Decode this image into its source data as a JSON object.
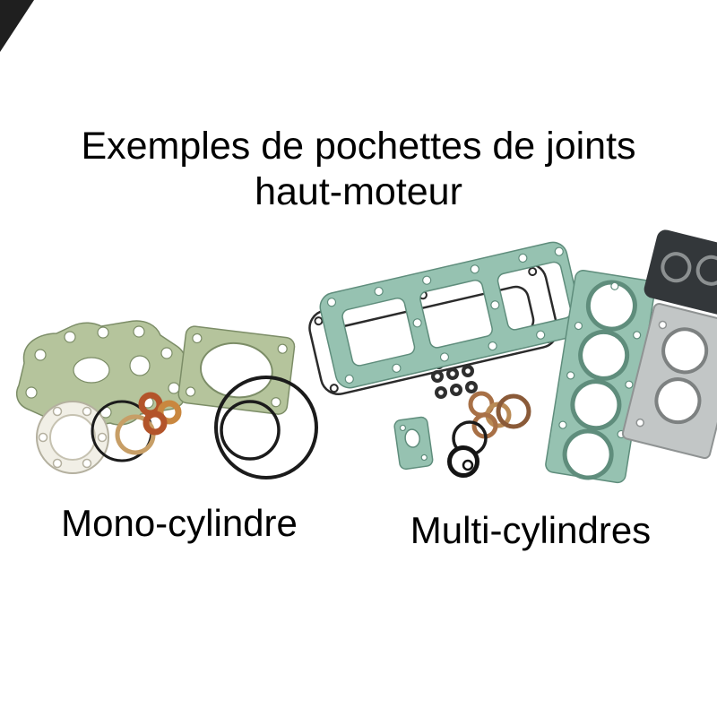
{
  "title": {
    "line1": "Exemples de pochettes de joints",
    "line2": "haut-moteur"
  },
  "labels": {
    "mono": "Mono-cylindre",
    "multi": "Multi-cylindres"
  },
  "illustrations": {
    "mono": "photo of a single-cylinder top-end gasket kit: green paper gaskets, white round cover gasket, copper washers, black o-rings",
    "multi": "photo of a multi-cylinder top-end gasket kit: teal valve-cover gasket, 4-bore head gasket, metal head gasket, valve seals, washers, o-rings"
  },
  "colors": {
    "text": "#000000",
    "corner_mark": "#1f1f1f",
    "gasket_green": "#b5c49c",
    "gasket_green_outline": "#7c8d67",
    "gasket_teal": "#96c2b1",
    "gasket_teal_outline": "#5f8d7c",
    "copper": "#b3542a",
    "copper_light": "#c9873f",
    "rubber_black": "#1b1b1b",
    "metal_gray": "#c2c6c6",
    "metal_dark": "#33373a",
    "paper_white": "#f1efe6"
  }
}
